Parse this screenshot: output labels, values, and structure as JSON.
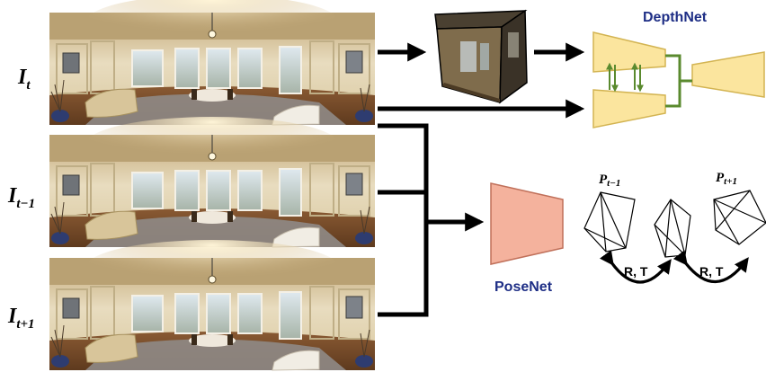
{
  "frames": [
    {
      "id": "It",
      "symbol": "I",
      "sub": "t"
    },
    {
      "id": "It-1",
      "symbol": "I",
      "sub": "t−1"
    },
    {
      "id": "It+1",
      "symbol": "I",
      "sub": "t+1"
    }
  ],
  "depthnet": {
    "title": "DepthNet"
  },
  "posenet": {
    "title": "PoseNet"
  },
  "poses": [
    {
      "symbol": "P",
      "sub": "t−1"
    },
    {
      "symbol": "P",
      "sub": "t+1"
    }
  ],
  "relations": [
    {
      "label": "R, T"
    },
    {
      "label": "R, T"
    }
  ],
  "colors": {
    "depthnet_fill": "#fbe59e",
    "depthnet_stroke": "#d3b452",
    "depthnet_connector": "#5a8a2e",
    "posenet_fill": "#f4b29d",
    "posenet_stroke": "#c0705a",
    "title_blue": "#1f2f86",
    "arrow": "#000000"
  }
}
